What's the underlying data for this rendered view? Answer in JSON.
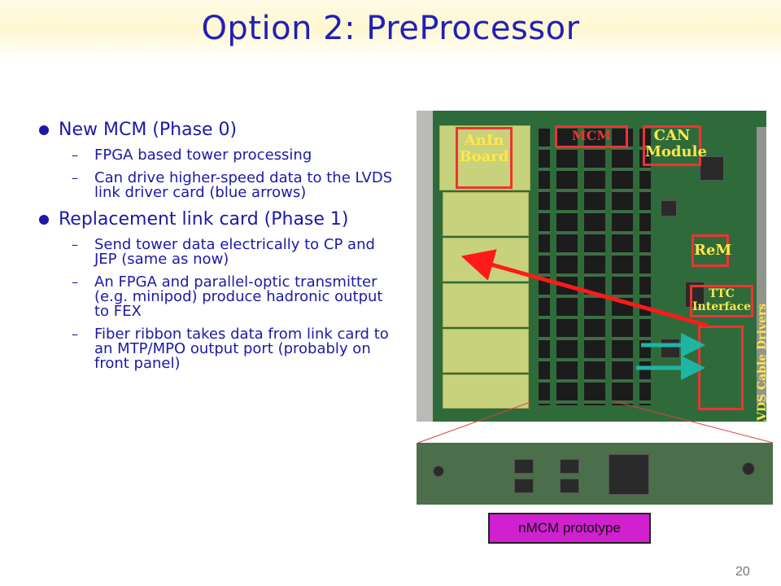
{
  "slide": {
    "title": "Option 2: PreProcessor",
    "page_number": "20"
  },
  "bullets": [
    {
      "text": "New MCM (Phase 0)",
      "sub": [
        "FPGA based tower processing",
        "Can drive higher-speed data to the LVDS link driver card (blue arrows)"
      ]
    },
    {
      "text": "Replacement link card (Phase 1)",
      "sub": [
        "Send tower data electrically to CP and JEP (same as now)",
        "An FPGA and parallel-optic transmitter (e.g. minipod) produce hadronic  output to FEX",
        "Fiber ribbon takes data from link card to an MTP/MPO output port (probably on front panel)"
      ]
    }
  ],
  "board_labels": {
    "anin": "AnIn Board",
    "mcm": "MCM",
    "can": "CAN Module",
    "rem": "ReM",
    "ttc": "TTC Interface",
    "lvds": "LVDS Cable Drivers"
  },
  "prototype_label": "nMCM prototype",
  "colors": {
    "title": "#2020b8",
    "text": "#1a1aa6",
    "arrow_red": "#ff1a1a",
    "arrow_teal": "#1fb5a5",
    "label_magenta": "#d020d0"
  }
}
